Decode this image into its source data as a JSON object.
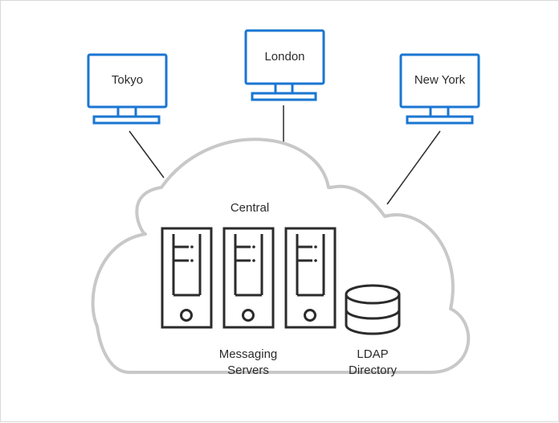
{
  "sites": [
    {
      "label": "Tokyo"
    },
    {
      "label": "London"
    },
    {
      "label": "New York"
    }
  ],
  "cloud": {
    "title": "Central",
    "servers_label_line1": "Messaging",
    "servers_label_line2": "Servers",
    "directory_label_line1": "LDAP",
    "directory_label_line2": "Directory"
  },
  "colors": {
    "monitor": "#1a76d2",
    "cloud_stroke": "#c8c8c8",
    "icon_stroke": "#2b2b2b",
    "link_line": "#2b2b2b"
  }
}
